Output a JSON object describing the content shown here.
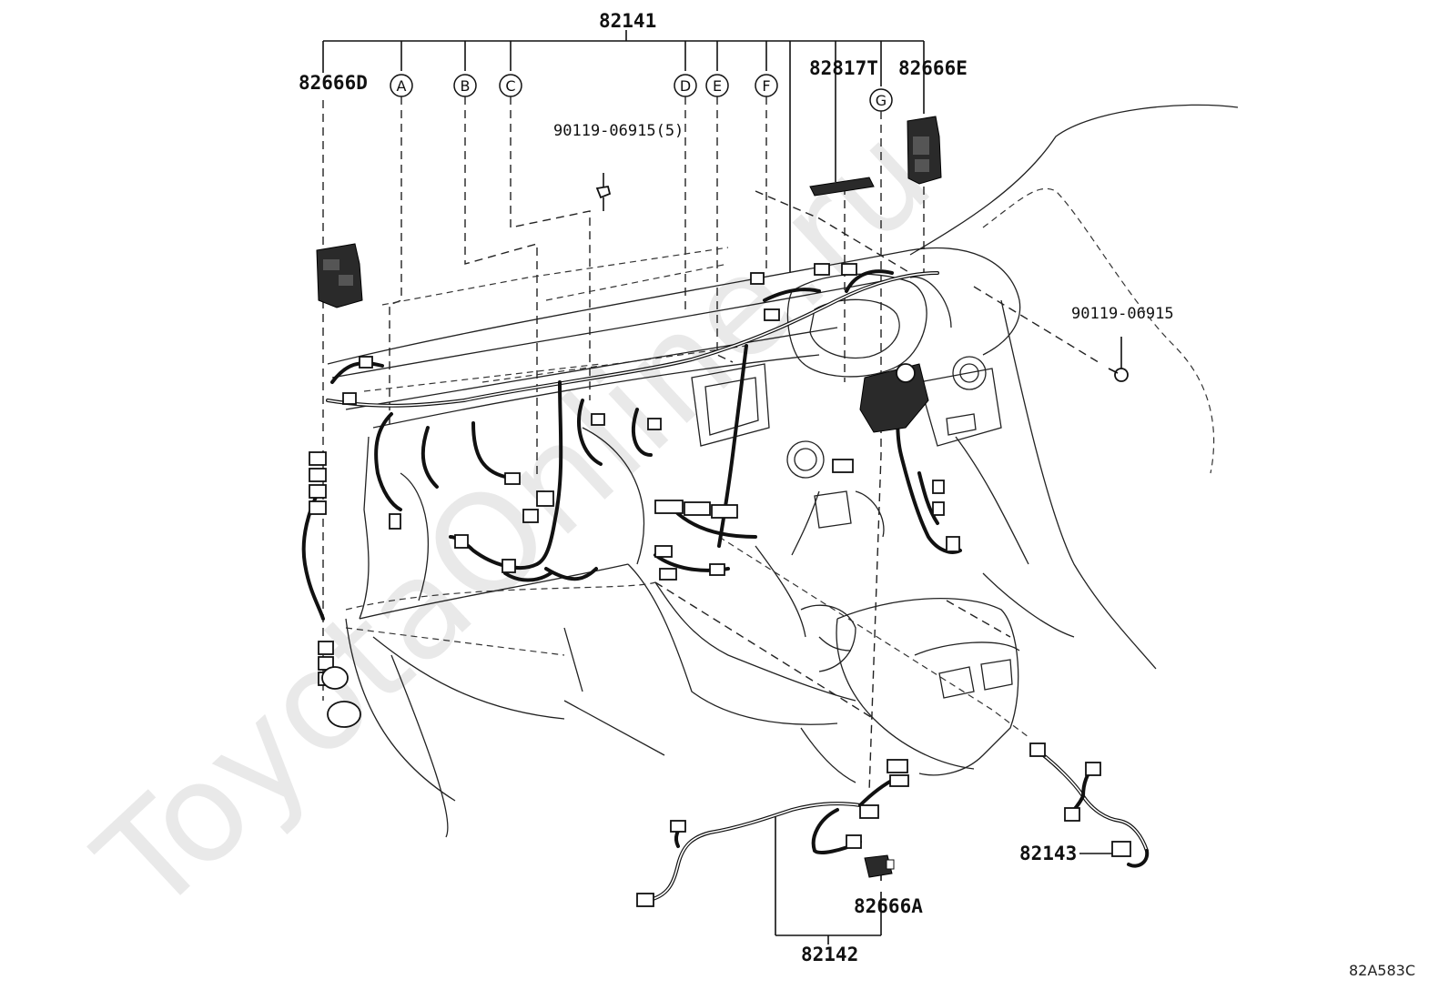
{
  "watermark": "ToyotaOnline.ru",
  "diagram_code": "82A583C",
  "labels": {
    "harness_main": "82141",
    "bracket_left": "82666D",
    "bracket_right": "82666E",
    "protector": "82817T",
    "bolt_multi": "90119-06915(5)",
    "bolt_single": "90119-06915",
    "floor_harness": "82142",
    "block_a": "82666A",
    "console_harness": "82143"
  },
  "callouts": [
    "A",
    "B",
    "C",
    "D",
    "E",
    "F",
    "G"
  ]
}
